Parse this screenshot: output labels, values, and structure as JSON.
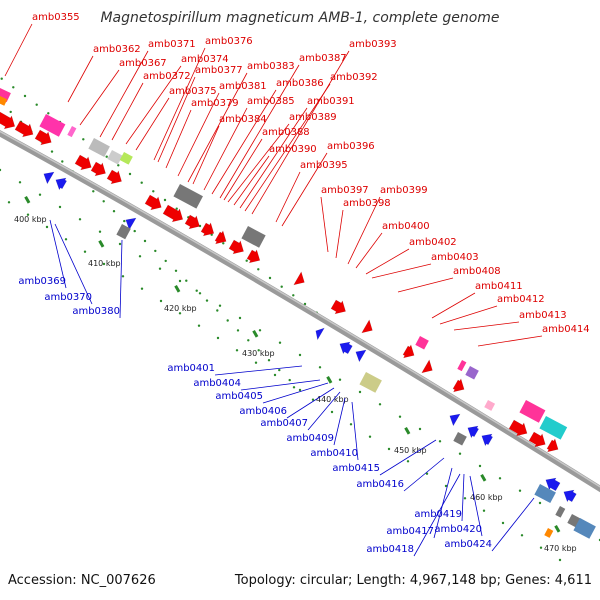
{
  "header": {
    "title": "Magnetospirillum magneticum AMB-1, complete genome"
  },
  "footer": {
    "accession": "Accession: NC_007626",
    "summary": "Topology: circular; Length: 4,967,148 bp; Genes: 4,611"
  },
  "colors": {
    "forward_label": "#dd0000",
    "reverse_label": "#0000cc",
    "backbone": "#999999",
    "tick": "#2a8a2a"
  },
  "ticks": [
    "400 kbp",
    "410 kbp",
    "420 kbp",
    "430 kbp",
    "440 kbp",
    "450 kbp",
    "460 kbp",
    "470 kbp"
  ],
  "labels_forward": [
    "amb0355",
    "amb0362",
    "amb0367",
    "amb0371",
    "amb0372",
    "amb0374",
    "amb0375",
    "amb0376",
    "amb0377",
    "amb0379",
    "amb0381",
    "amb0383",
    "amb0384",
    "amb0385",
    "amb0386",
    "amb0387",
    "amb0388",
    "amb0389",
    "amb0390",
    "amb0391",
    "amb0392",
    "amb0393",
    "amb0395",
    "amb0396",
    "amb0397",
    "amb0398",
    "amb0399",
    "amb0400",
    "amb0402",
    "amb0403",
    "amb0408",
    "amb0411",
    "amb0412",
    "amb0413",
    "amb0414"
  ],
  "labels_reverse": [
    "amb0369",
    "amb0370",
    "amb0380",
    "amb0401",
    "amb0404",
    "amb0405",
    "amb0406",
    "amb0407",
    "amb0409",
    "amb0410",
    "amb0415",
    "amb0416",
    "amb0417",
    "amb0418",
    "amb0419",
    "amb0420",
    "amb0424"
  ]
}
